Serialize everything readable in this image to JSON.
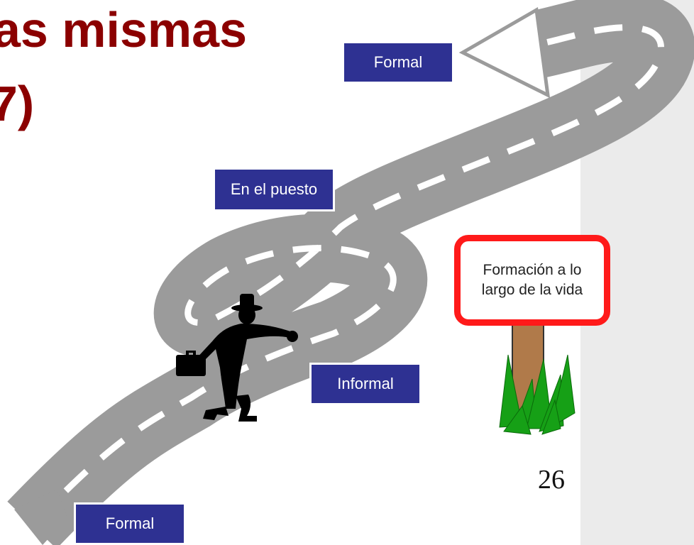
{
  "slide": {
    "title_line1": "as mismas",
    "title_line2": "7)",
    "page_number": "26"
  },
  "labels": {
    "formal_top": "Formal",
    "on_the_job": "En el puesto",
    "informal": "Informal",
    "formal_bottom": "Formal"
  },
  "sign": {
    "text": "Formación a lo largo de la vida"
  },
  "colors": {
    "title": "#8b0000",
    "label_box": "#2e3192",
    "road": "#9b9b9b",
    "sign_border": "#ff1a1a",
    "grass": "#16a016",
    "post": "#b07a4a",
    "sidebar": "#ebebeb"
  },
  "icons": {
    "figure": "walking-man-with-briefcase",
    "arrow": "road-arrow-head"
  }
}
